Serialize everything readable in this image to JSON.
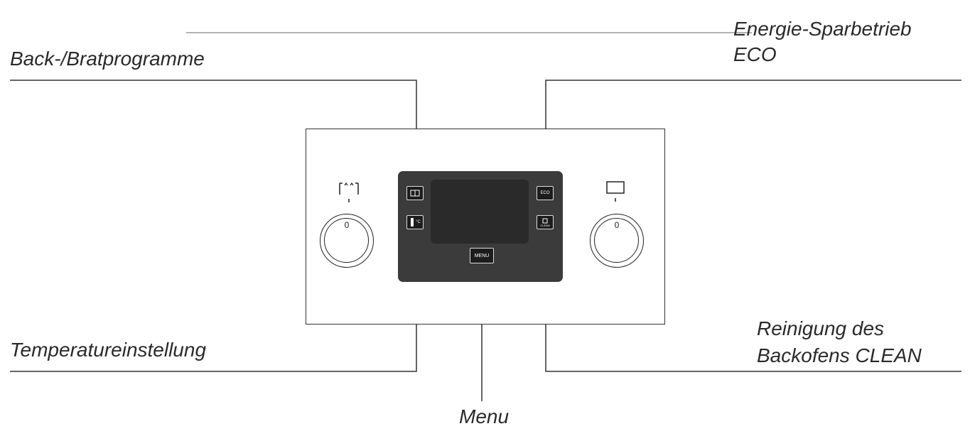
{
  "labels": {
    "back_brat": "Back-/Bratprogramme",
    "eco_line1": "Energie-Sparbetrieb",
    "eco_line2": "ECO",
    "temperatur": "Temperatureinstellung",
    "clean_line1": "Reinigung des",
    "clean_line2": "Backofens CLEAN",
    "menu": "Menu"
  },
  "buttons": {
    "eco": "ECO",
    "menu": "MENU",
    "temp_unit": "°C",
    "clean": "CLEAN"
  },
  "knobs": {
    "left_value": "0",
    "right_value": "0"
  },
  "icons": {
    "programs": "oven-program-icon",
    "temperature": "thermometer-icon",
    "clean": "clean-icon",
    "left_knob_symbol": "oven-heating-symbol-icon",
    "right_knob_symbol": "oven-light-symbol-icon"
  }
}
